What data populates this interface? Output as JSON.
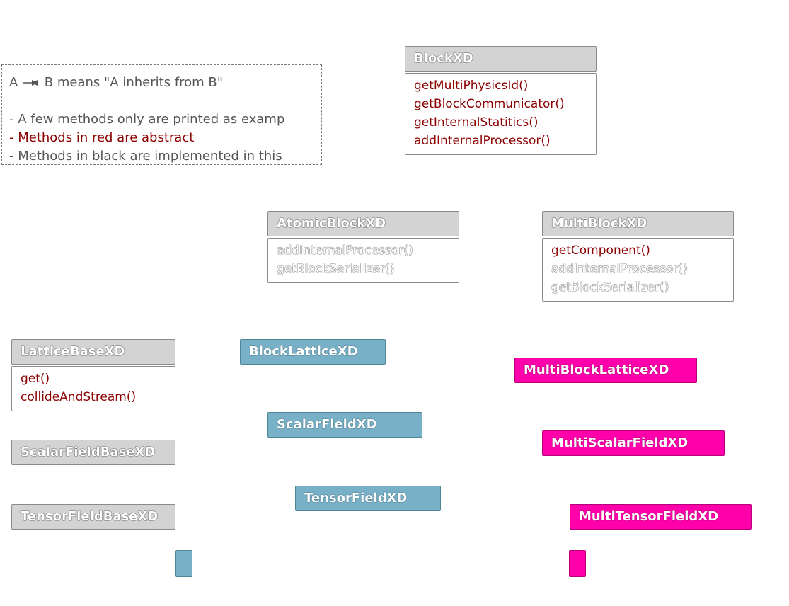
{
  "legend": {
    "lines": [
      "A",
      "B means \"A inherits from B\"",
      "- A few methods only are printed as examp",
      "- Methods in red are abstract",
      "- Methods in black are implemented in this"
    ]
  },
  "block_xd": {
    "title": "BlockXD",
    "methods": [
      "getMultiPhysicsId()",
      "getBlockCommunicator()",
      "getInternalStatitics()",
      "addInternalProcessor()"
    ]
  },
  "atomic_block_xd": {
    "title": "AtomicBlockXD",
    "methods": [
      "addInternalProcessor()",
      "getBlockSerializer()"
    ]
  },
  "multi_block_xd": {
    "title": "MultiBlockXD",
    "methods": [
      "getComponent()",
      "addInternalProcessor()",
      "getBlockSerializer()"
    ]
  },
  "lattice_base_xd": {
    "title": "LatticeBaseXD",
    "methods": [
      "get()",
      "collideAndStream()"
    ]
  },
  "scalar_field_base_xd": {
    "title": "ScalarFieldBaseXD"
  },
  "tensor_field_base_xd": {
    "title": "TensorFieldBaseXD"
  },
  "block_lattice_xd": {
    "title": "BlockLatticeXD"
  },
  "scalar_field_xd": {
    "title": "ScalarFieldXD"
  },
  "tensor_field_xd": {
    "title": "TensorFieldXD"
  },
  "multi_block_lattice_xd": {
    "title": "MultiBlockLatticeXD"
  },
  "multi_scalar_field_xd": {
    "title": "MultiScalarFieldXD"
  },
  "multi_tensor_field_xd": {
    "title": "MultiTensorFieldXD"
  },
  "colors": {
    "abstract_method": "#8b0000",
    "header_grey": "#d3d3d3",
    "atomic_blue": "#78b1c7",
    "multi_magenta": "#ff00aa"
  }
}
